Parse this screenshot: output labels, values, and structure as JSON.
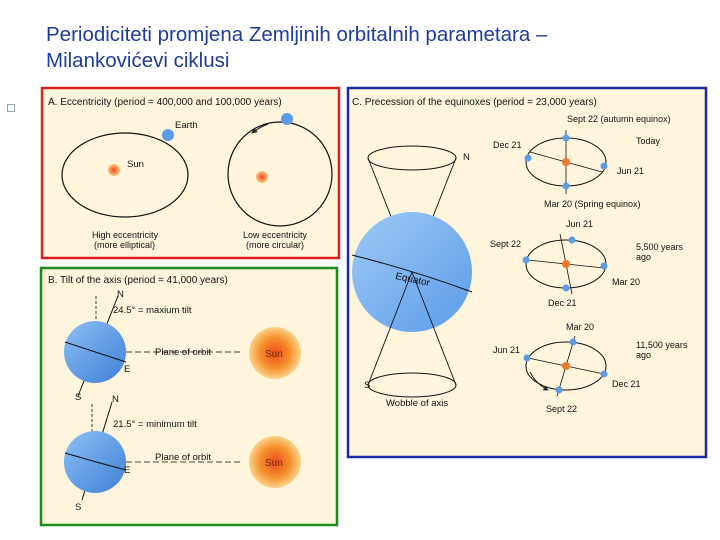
{
  "slide": {
    "title_line1": "Periodiciteti promjena Zemljinih orbitalnih parametara –",
    "title_line2": "Milankovićevi ciklusi"
  },
  "panel_a": {
    "heading": "A. Eccentricity (period = 400,000 and 100,000 years)",
    "earth_label": "Earth",
    "sun_label": "Sun",
    "high_line1": "High eccentricity",
    "high_line2": "(more elliptical)",
    "low_line1": "Low eccentricity",
    "low_line2": "(more circular)",
    "border_color": "#e02020"
  },
  "panel_b": {
    "heading": "B. Tilt of the axis (period = 41,000 years)",
    "n_label": "N",
    "s_label": "S",
    "e_label": "E",
    "max_tilt": "24.5° = maxium tilt",
    "min_tilt": "21.5° = minimum tilt",
    "plane_label": "Plane of orbit",
    "sun_label": "Sun",
    "border_color": "#1e8a1e"
  },
  "panel_c": {
    "heading": "C. Precession of the equinoxes (period = 23,000 years)",
    "n_label": "N",
    "s_label": "S",
    "equator_label": "Equator",
    "wobble_label": "Wobble of axis",
    "top": {
      "sept": "Sept 22 (autumn equinox)",
      "dec": "Dec 21",
      "today": "Today",
      "jun": "Jun 21",
      "mar": "Mar 20 (Spring equinox)"
    },
    "mid": {
      "jun": "Jun 21",
      "sept": "Sept  22",
      "ago_line1": "5,500 years",
      "ago_line2": "ago",
      "mar": "Mar 20",
      "dec": "Dec 21"
    },
    "bottom": {
      "mar": "Mar 20",
      "ago_line1": "11,500 years",
      "ago_line2": "ago",
      "jun": "Jun 21",
      "dec": "Dec 21",
      "sept": "Sept 22"
    },
    "border_color": "#1a2aa0"
  },
  "colors": {
    "title": "#1f3c9c",
    "planet_blue": "#5b9be8",
    "sun_orange": "#f0782a",
    "panel_bg": "#fff5dc"
  }
}
